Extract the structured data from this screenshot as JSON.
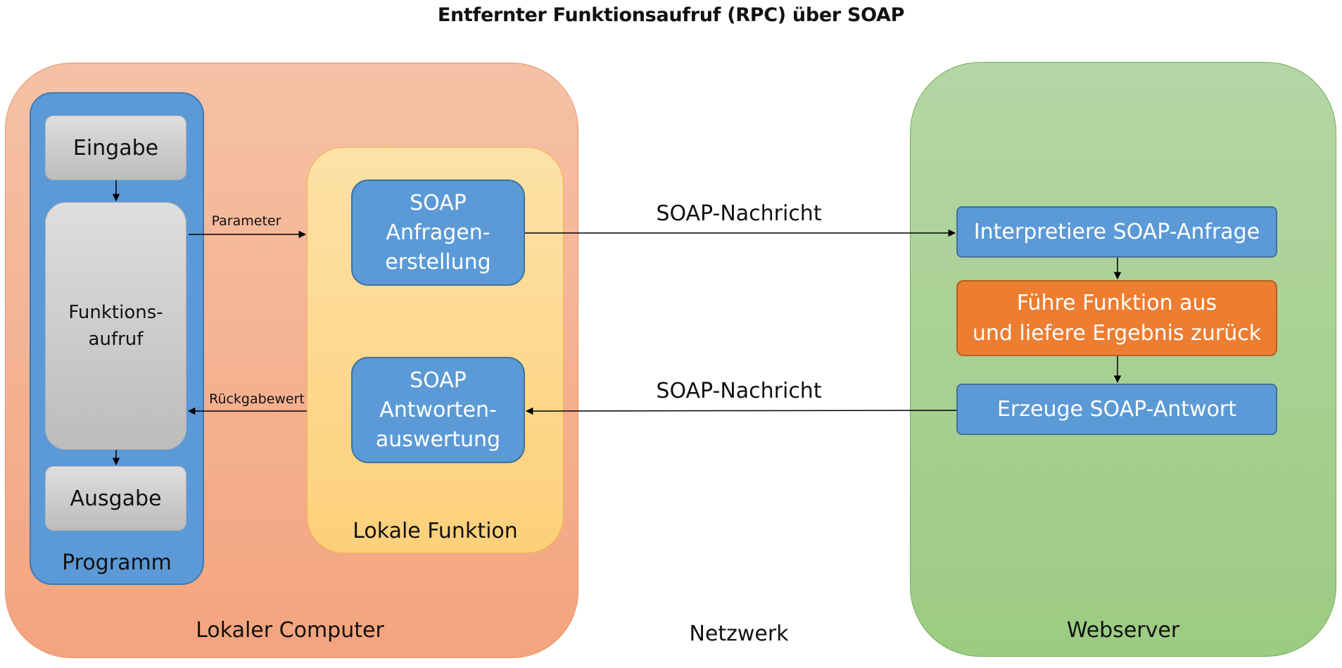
{
  "title": "Entfernter Funktionsaufruf (RPC) über SOAP",
  "regions": {
    "local_computer": "Lokaler Computer",
    "program": "Programm",
    "local_function": "Lokale Funktion",
    "network": "Netzwerk",
    "webserver": "Webserver"
  },
  "program_boxes": {
    "input": "Eingabe",
    "call_line1": "Funktions-",
    "call_line2": "aufruf",
    "output": "Ausgabe"
  },
  "local_function_boxes": {
    "request_line1": "SOAP",
    "request_line2": "Anfragen-",
    "request_line3": "erstellung",
    "response_line1": "SOAP",
    "response_line2": "Antworten-",
    "response_line3": "auswertung"
  },
  "server_boxes": {
    "interpret": "Interpretiere SOAP-Anfrage",
    "execute_line1": "Führe Funktion aus",
    "execute_line2": "und liefere Ergebnis zurück",
    "create_response": "Erzeuge SOAP-Antwort"
  },
  "arrows": {
    "parameter": "Parameter",
    "return_value": "Rückgabewert",
    "message_out": "SOAP-Nachricht",
    "message_in": "SOAP-Nachricht"
  },
  "colors": {
    "local_computer": "#f4a47e",
    "program": "#5b9ad6",
    "local_function": "#fdd07a",
    "webserver": "#9ccb82",
    "process_box": "#5b9ad6",
    "execute_box": "#ed7d31",
    "program_step": "#cfcfcf"
  }
}
